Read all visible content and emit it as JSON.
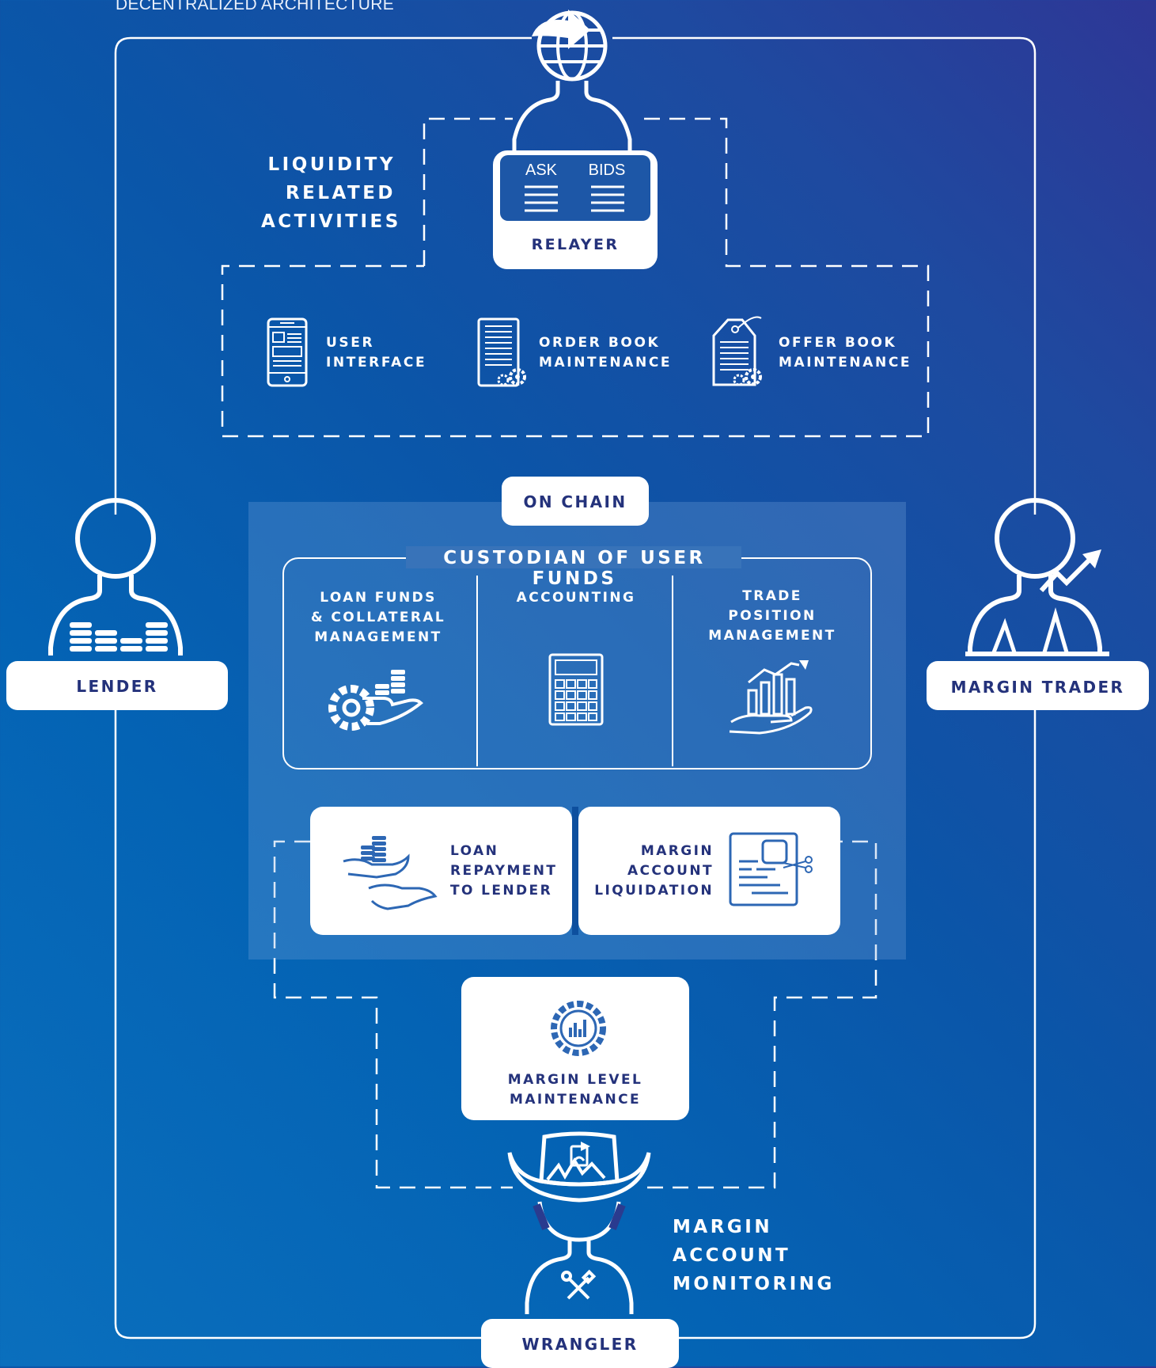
{
  "caption": "DECENTRALIZED ARCHITECTURE",
  "colors": {
    "background_start": "#0a6fbd",
    "background_end": "#2e3796",
    "text_navy": "#24327b",
    "icon_blue": "#2d67b4",
    "white": "#ffffff"
  },
  "liquidity": {
    "lines": [
      "LIQUIDITY",
      "RELATED",
      "ACTIVITIES"
    ]
  },
  "relayer": {
    "ask": "ASK",
    "bids": "BIDS",
    "label": "RELAYER"
  },
  "activities": [
    {
      "line1": "USER",
      "line2": "INTERFACE",
      "icon": "mobile-phone-icon"
    },
    {
      "line1": "ORDER BOOK",
      "line2": "MAINTENANCE",
      "icon": "document-gear-icon"
    },
    {
      "line1": "OFFER BOOK",
      "line2": "MAINTENANCE",
      "icon": "tag-gear-icon"
    }
  ],
  "on_chain": "ON CHAIN",
  "custodian": {
    "title": "CUSTODIAN OF USER FUNDS",
    "columns": [
      {
        "lines": [
          "LOAN FUNDS",
          "& COLLATERAL",
          "MANAGEMENT"
        ],
        "icon": "hand-coins-gear-icon"
      },
      {
        "lines": [
          "ACCOUNTING"
        ],
        "icon": "calculator-icon"
      },
      {
        "lines": [
          "TRADE",
          "POSITION",
          "MANAGEMENT"
        ],
        "icon": "hand-chart-icon"
      }
    ]
  },
  "loan_repayment": {
    "lines": [
      "LOAN",
      "REPAYMENT",
      "TO LENDER"
    ],
    "icon": "hands-coins-icon"
  },
  "liquidation": {
    "lines": [
      "MARGIN",
      "ACCOUNT",
      "LIQUIDATION"
    ],
    "icon": "card-scissors-icon"
  },
  "margin_level": {
    "lines": [
      "MARGIN LEVEL",
      "MAINTENANCE"
    ],
    "icon": "gear-chart-icon"
  },
  "lender": {
    "label": "LENDER",
    "icon": "lender-person-icon"
  },
  "margin_trader": {
    "label": "MARGIN TRADER",
    "icon": "trader-person-icon"
  },
  "wrangler": {
    "label": "WRANGLER",
    "icon": "cowboy-person-icon"
  },
  "monitoring": {
    "lines": [
      "MARGIN",
      "ACCOUNT",
      "MONITORING"
    ]
  }
}
